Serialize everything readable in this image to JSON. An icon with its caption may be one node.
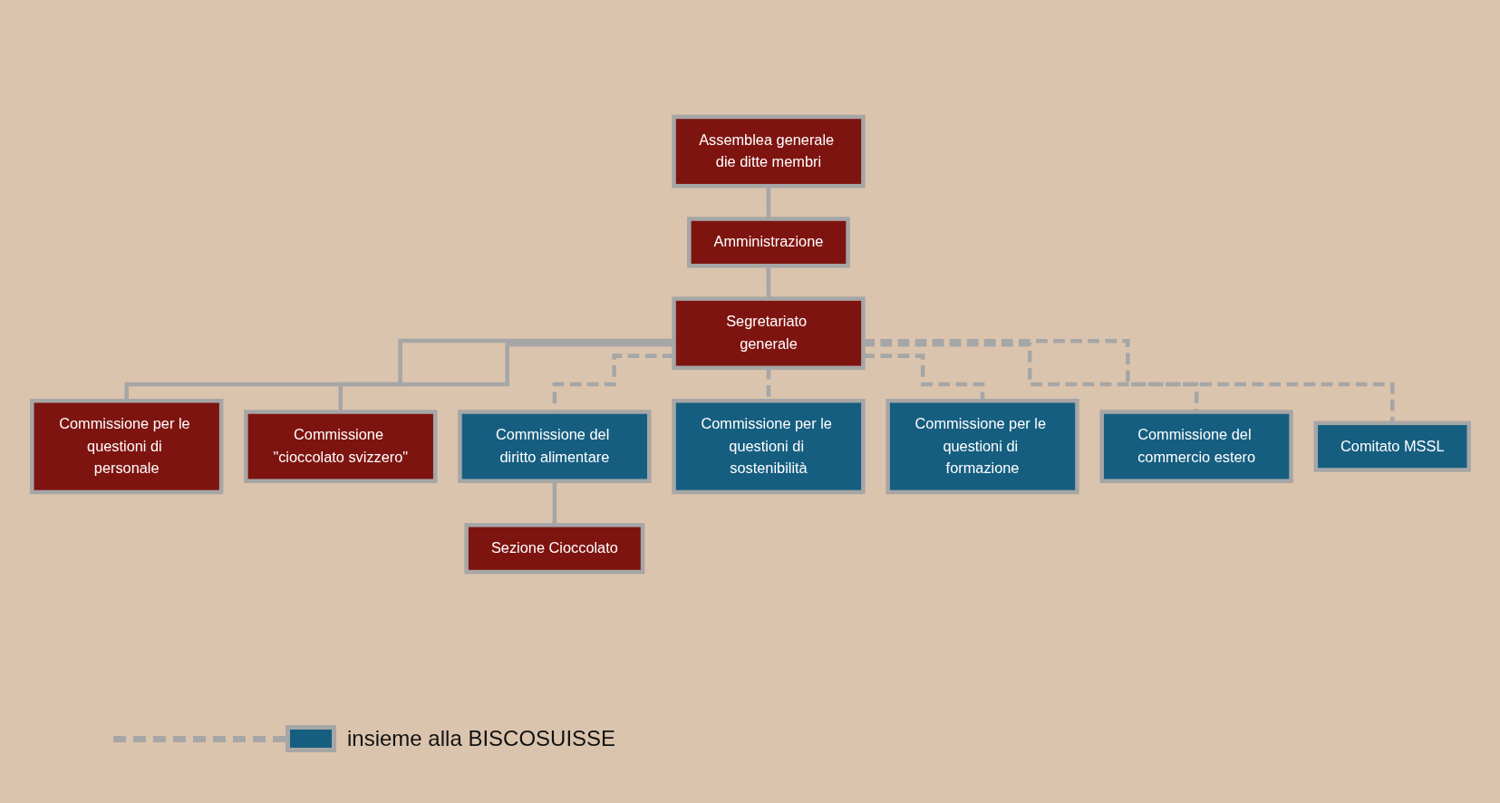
{
  "diagram": {
    "nodes": [
      {
        "text": [
          "Assemblea generale die ditte membri"
        ]
      },
      {
        "text": [
          "Amministrazione"
        ]
      },
      {
        "text": [
          "Segretariato generale"
        ]
      },
      {
        "text": [
          "Commissione per le questioni di personale"
        ]
      },
      {
        "text": [
          "Commissione \"cioccolato svizzero\""
        ]
      },
      {
        "text": [
          "Commissione del diritto alimentare"
        ]
      },
      {
        "text": [
          "Commissione per le questioni di sostenibilità"
        ]
      },
      {
        "text": [
          "Commissione per le questioni di formazione"
        ]
      },
      {
        "text": [
          "Commissione del commercio estero"
        ]
      },
      {
        "text": [
          "Comitato MSSL"
        ]
      },
      {
        "text": [
          "Sezione Cioccolato"
        ]
      }
    ],
    "edges": [
      {
        "from": 0,
        "to": 1,
        "arrow": "none"
      },
      {
        "from": 1,
        "to": 2,
        "arrow": "none"
      },
      {
        "from": 2,
        "to": 3,
        "arrow": "none"
      },
      {
        "from": 2,
        "to": 4,
        "arrow": "none"
      },
      {
        "from": 2,
        "to": 5,
        "arrow": "none",
        "style": "dashed"
      },
      {
        "from": 2,
        "to": 6,
        "arrow": "none",
        "style": "dashed"
      },
      {
        "from": 2,
        "to": 7,
        "arrow": "none",
        "style": "dashed"
      },
      {
        "from": 2,
        "to": 8,
        "arrow": "none",
        "style": "dashed"
      },
      {
        "from": 2,
        "to": 9,
        "arrow": "none",
        "style": "dashed"
      },
      {
        "from": 5,
        "to": 10,
        "arrow": "none"
      }
    ],
    "legend": [
      {
        "text": "insieme alla BISCOSUISSE",
        "color": "#165e80"
      }
    ]
  }
}
